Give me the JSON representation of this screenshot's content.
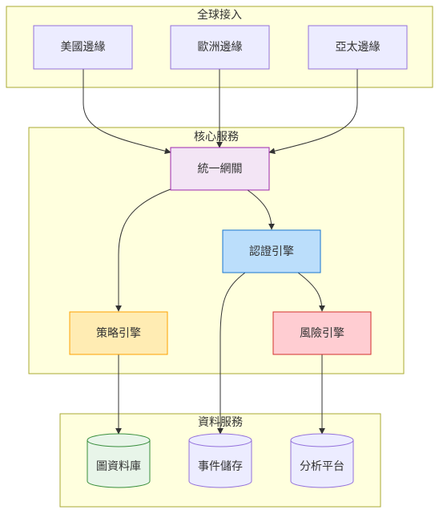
{
  "clusters": [
    {
      "id": "global",
      "label": "全球接入"
    },
    {
      "id": "core",
      "label": "核心服務"
    },
    {
      "id": "data",
      "label": "資料服務"
    }
  ],
  "nodes": [
    {
      "id": "us",
      "label": "美國邊緣",
      "cluster": "global",
      "shape": "rect",
      "fill": "#ececff",
      "stroke": "#9370db"
    },
    {
      "id": "eu",
      "label": "歐洲邊緣",
      "cluster": "global",
      "shape": "rect",
      "fill": "#ececff",
      "stroke": "#9370db"
    },
    {
      "id": "ap",
      "label": "亞太邊緣",
      "cluster": "global",
      "shape": "rect",
      "fill": "#ececff",
      "stroke": "#9370db"
    },
    {
      "id": "gw",
      "label": "統一網關",
      "cluster": "core",
      "shape": "rect",
      "fill": "#f3e5f5",
      "stroke": "#9c27b0"
    },
    {
      "id": "auth",
      "label": "認證引擎",
      "cluster": "core",
      "shape": "rect",
      "fill": "#bbdefb",
      "stroke": "#1976d2"
    },
    {
      "id": "policy",
      "label": "策略引擎",
      "cluster": "core",
      "shape": "rect",
      "fill": "#ffecb3",
      "stroke": "#ffa000"
    },
    {
      "id": "risk",
      "label": "風險引擎",
      "cluster": "core",
      "shape": "rect",
      "fill": "#ffcdd2",
      "stroke": "#d32f2f"
    },
    {
      "id": "graph",
      "label": "圖資料庫",
      "cluster": "data",
      "shape": "cylinder",
      "fill": "#e8f5e9",
      "stroke": "#388e3c"
    },
    {
      "id": "events",
      "label": "事件儲存",
      "cluster": "data",
      "shape": "cylinder",
      "fill": "#ececff",
      "stroke": "#9370db"
    },
    {
      "id": "analytics",
      "label": "分析平台",
      "cluster": "data",
      "shape": "cylinder",
      "fill": "#ececff",
      "stroke": "#9370db"
    }
  ],
  "edges": [
    {
      "from": "us",
      "to": "gw"
    },
    {
      "from": "eu",
      "to": "gw"
    },
    {
      "from": "ap",
      "to": "gw"
    },
    {
      "from": "gw",
      "to": "auth"
    },
    {
      "from": "gw",
      "to": "policy"
    },
    {
      "from": "auth",
      "to": "risk"
    },
    {
      "from": "auth",
      "to": "events"
    },
    {
      "from": "policy",
      "to": "graph"
    },
    {
      "from": "risk",
      "to": "analytics"
    }
  ]
}
